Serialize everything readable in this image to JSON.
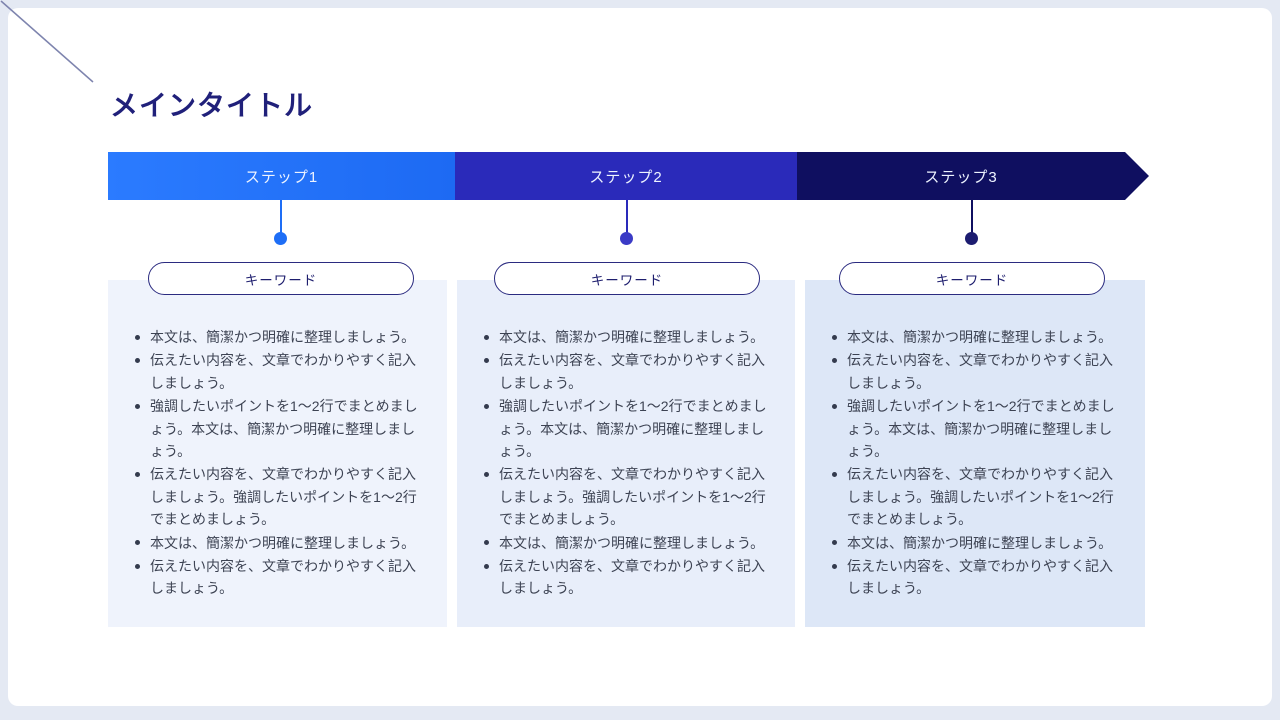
{
  "slide": {
    "title": "メインタイトル",
    "colors": {
      "page_bg": "#e4e9f3",
      "card_bg": "#ffffff",
      "step1": "#1e6ef6",
      "step2": "#2a2aba",
      "step3": "#0f0f60",
      "title_text": "#20207a",
      "pill_border": "#2b2b80",
      "body_text": "#3d4353",
      "panel1_bg": "#eff3fc",
      "panel2_bg": "#e8eefa",
      "panel3_bg": "#dde7f7"
    },
    "steps": [
      {
        "label": "ステップ1",
        "keyword": "キーワード",
        "bullets": [
          "本文は、簡潔かつ明確に整理しましょう。",
          "伝えたい内容を、文章でわかりやすく記入しましょう。",
          "強調したいポイントを1〜2行でまとめましょう。本文は、簡潔かつ明確に整理しましょう。",
          "伝えたい内容を、文章でわかりやすく記入しましょう。強調したいポイントを1〜2行でまとめましょう。",
          "本文は、簡潔かつ明確に整理しましょう。",
          "伝えたい内容を、文章でわかりやすく記入しましょう。"
        ]
      },
      {
        "label": "ステップ2",
        "keyword": "キーワード",
        "bullets": [
          "本文は、簡潔かつ明確に整理しましょう。",
          "伝えたい内容を、文章でわかりやすく記入しましょう。",
          "強調したいポイントを1〜2行でまとめましょう。本文は、簡潔かつ明確に整理しましょう。",
          "伝えたい内容を、文章でわかりやすく記入しましょう。強調したいポイントを1〜2行でまとめましょう。",
          "本文は、簡潔かつ明確に整理しましょう。",
          "伝えたい内容を、文章でわかりやすく記入しましょう。"
        ]
      },
      {
        "label": "ステップ3",
        "keyword": "キーワード",
        "bullets": [
          "本文は、簡潔かつ明確に整理しましょう。",
          "伝えたい内容を、文章でわかりやすく記入しましょう。",
          "強調したいポイントを1〜2行でまとめましょう。本文は、簡潔かつ明確に整理しましょう。",
          "伝えたい内容を、文章でわかりやすく記入しましょう。強調したいポイントを1〜2行でまとめましょう。",
          "本文は、簡潔かつ明確に整理しましょう。",
          "伝えたい内容を、文章でわかりやすく記入しましょう。"
        ]
      }
    ]
  }
}
